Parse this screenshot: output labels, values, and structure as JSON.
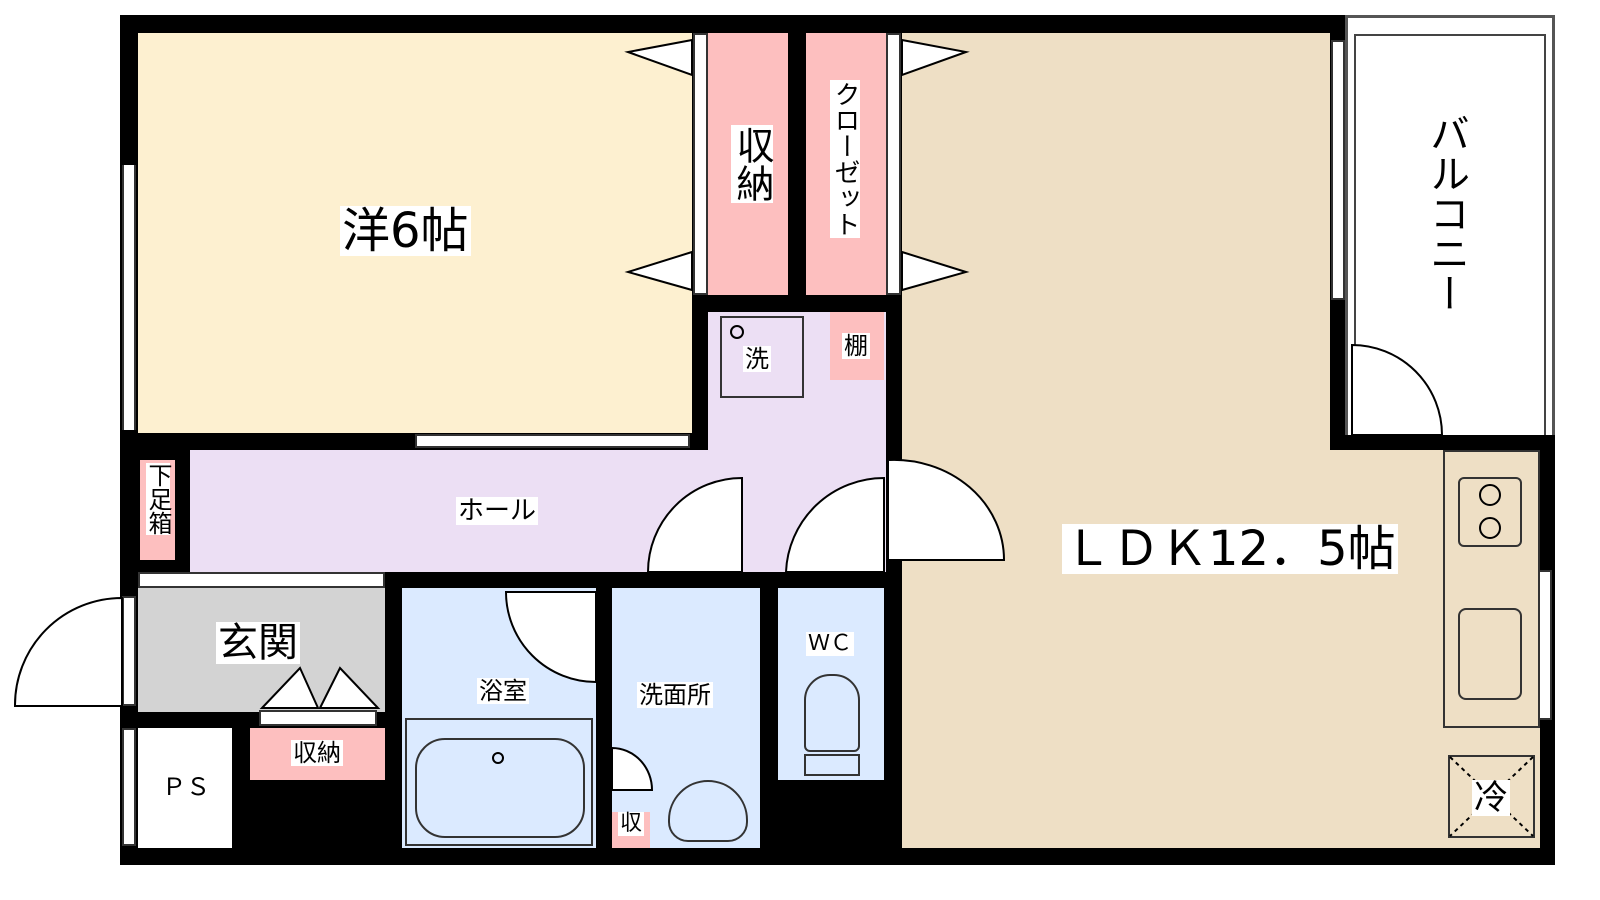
{
  "rooms": {
    "western_room": "洋6帖",
    "storage_top": "収納",
    "closet": "クローゼット",
    "balcony": "バルコニー",
    "washer": "洗",
    "shelf": "棚",
    "shoe_box": "下足箱",
    "hall": "ホール",
    "entrance": "玄関",
    "storage_entrance": "収納",
    "pipe_space": "ＰＳ",
    "bathroom": "浴室",
    "washroom": "洗面所",
    "small_storage": "収",
    "toilet": "ＷＣ",
    "ldk": "ＬＤＫ12．5帖",
    "fridge": "冷"
  },
  "colors": {
    "western_room": "#fdf0d0",
    "ldk": "#eedfc5",
    "storage": "#fdbfbf",
    "hall": "#ecdff4",
    "entrance": "#d3d3d3",
    "wet": "#dbeaff"
  }
}
